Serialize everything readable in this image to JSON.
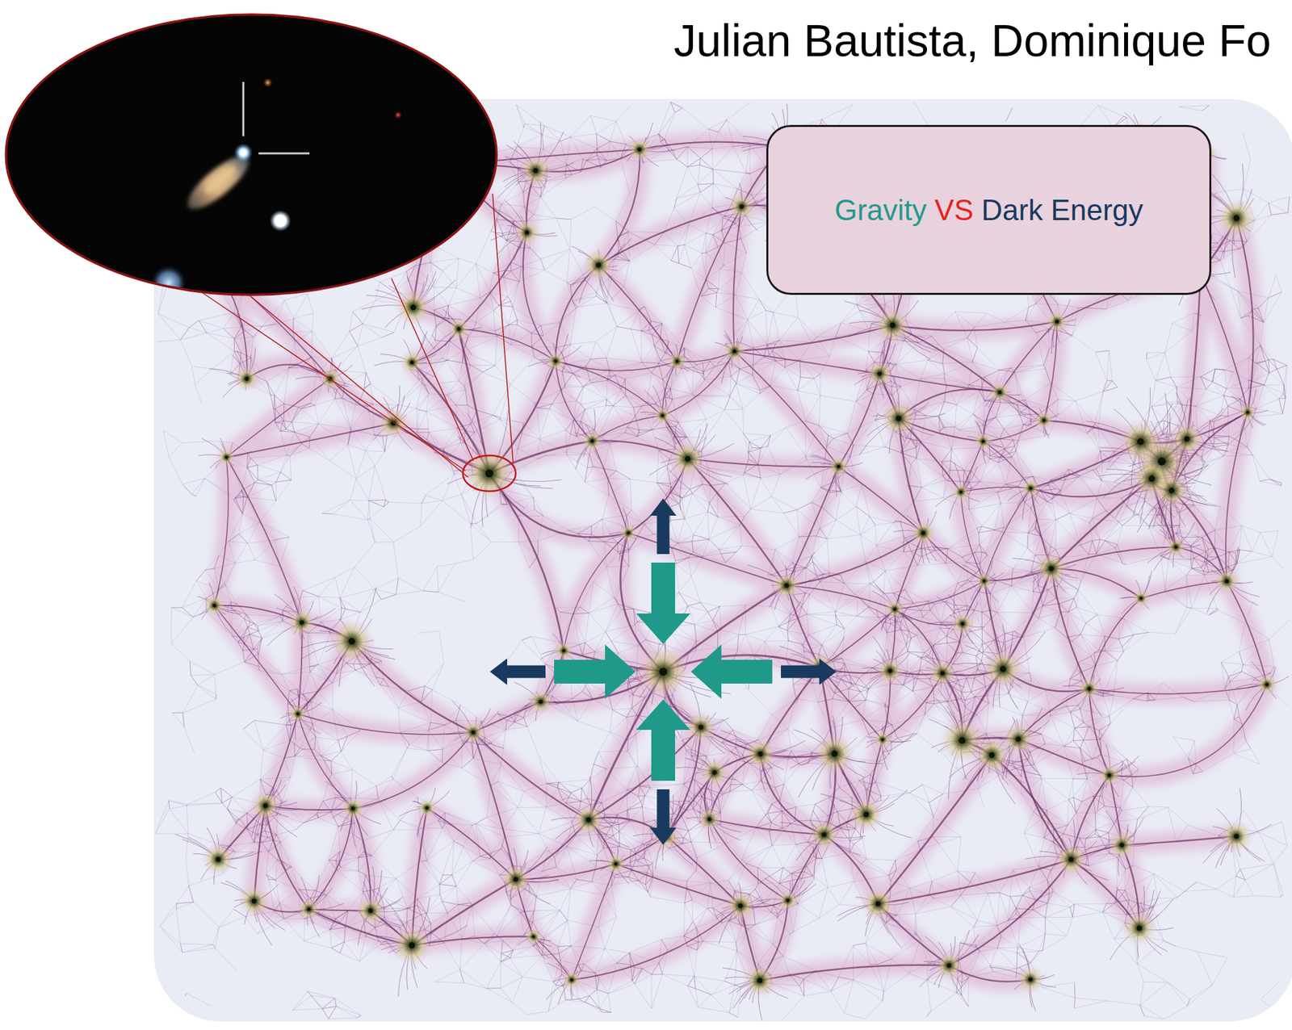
{
  "diagram": {
    "title": "Julian Bautista, Dominique Fo",
    "nodes": [
      {
        "text": [
          "Gravity",
          "VS",
          "Dark Energy"
        ]
      }
    ]
  }
}
